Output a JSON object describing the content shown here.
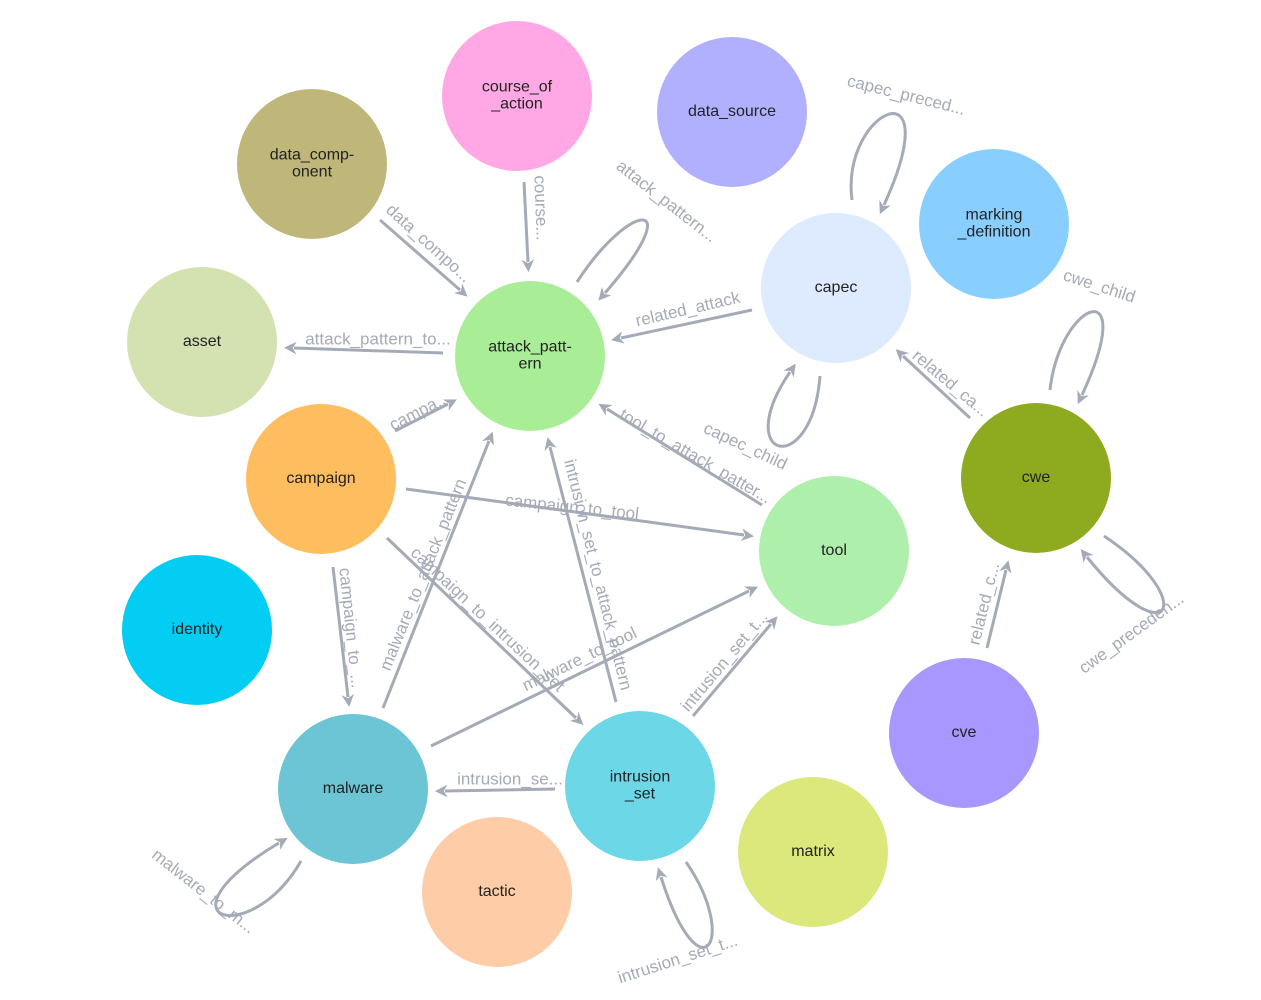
{
  "nodes": [
    {
      "id": "course_of_action",
      "lines": [
        "course_of",
        "_action"
      ],
      "color": "#ffa8e5"
    },
    {
      "id": "data_source",
      "lines": [
        "data_source"
      ],
      "color": "#b1b0ff"
    },
    {
      "id": "data_component",
      "lines": [
        "data_comp-",
        "onent"
      ],
      "color": "#bfb679"
    },
    {
      "id": "marking_definition",
      "lines": [
        "marking",
        "_definition"
      ],
      "color": "#88cfff"
    },
    {
      "id": "capec",
      "lines": [
        "capec"
      ],
      "color": "#deeafe"
    },
    {
      "id": "asset",
      "lines": [
        "asset"
      ],
      "color": "#d4e2b1"
    },
    {
      "id": "attack_pattern",
      "lines": [
        "attack_patt-",
        "ern"
      ],
      "color": "#a9ee97"
    },
    {
      "id": "campaign",
      "lines": [
        "campaign"
      ],
      "color": "#febe60"
    },
    {
      "id": "cwe",
      "lines": [
        "cwe"
      ],
      "color": "#8eab1f"
    },
    {
      "id": "tool",
      "lines": [
        "tool"
      ],
      "color": "#aeefab"
    },
    {
      "id": "identity",
      "lines": [
        "identity"
      ],
      "color": "#03cdf2"
    },
    {
      "id": "cve",
      "lines": [
        "cve"
      ],
      "color": "#a897fe"
    },
    {
      "id": "malware",
      "lines": [
        "malware"
      ],
      "color": "#6bc5d5"
    },
    {
      "id": "intrusion_set",
      "lines": [
        "intrusion",
        "_set"
      ],
      "color": "#6cd7e6"
    },
    {
      "id": "tactic",
      "lines": [
        "tactic"
      ],
      "color": "#fecda7"
    },
    {
      "id": "matrix",
      "lines": [
        "matrix"
      ],
      "color": "#dce77c"
    }
  ],
  "edges": [
    {
      "label": "course..."
    },
    {
      "label": "data_compo..."
    },
    {
      "label": "attack_pattern..."
    },
    {
      "label": "related_attack"
    },
    {
      "label": "attack_pattern_to..."
    },
    {
      "label": "campa..."
    },
    {
      "label": "capec_preced..."
    },
    {
      "label": "capec_child"
    },
    {
      "label": "related_ca..."
    },
    {
      "label": "cwe_child"
    },
    {
      "label": "tool_to_attack_patter..."
    },
    {
      "label": "campaign_to_tool"
    },
    {
      "label": "malware_to_attack_pattern"
    },
    {
      "label": "intrusion_set_to_attack_pattern"
    },
    {
      "label": "campaign_to_intrusion_set"
    },
    {
      "label": "campaign_to_..."
    },
    {
      "label": "malware_to_tool"
    },
    {
      "label": "intrusion_set_t..."
    },
    {
      "label": "related_c..."
    },
    {
      "label": "cwe_preceden..."
    },
    {
      "label": "intrusion_se..."
    },
    {
      "label": "malware_to_m..."
    },
    {
      "label": "intrusion_set_t..."
    }
  ]
}
